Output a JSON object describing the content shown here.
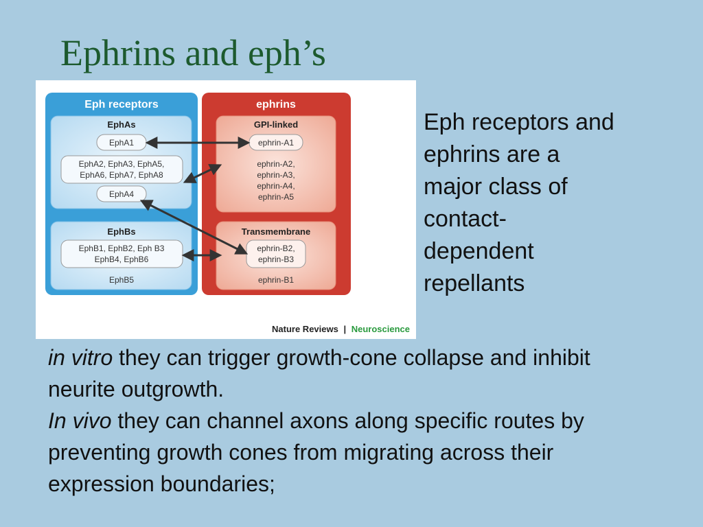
{
  "title": "Ephrins and eph’s",
  "diagram": {
    "left_panel_title": "Eph receptors",
    "right_panel_title": "ephrins",
    "epha_group_title": "EphAs",
    "epha1": "EphA1",
    "epha_group_line1": "EphA2, EphA3, EphA5,",
    "epha_group_line2": "EphA6, EphA7, EphA8",
    "epha4": "EphA4",
    "ephb_group_title": "EphBs",
    "ephb_group_line1": "EphB1, EphB2, Eph B3",
    "ephb_group_line2": "EphB4, EphB6",
    "ephb5": "EphB5",
    "gpi_title": "GPI-linked",
    "ephrin_a1": "ephrin-A1",
    "ephrin_a_line1": "ephrin-A2,",
    "ephrin_a_line2": "ephrin-A3,",
    "ephrin_a_line3": "ephrin-A4,",
    "ephrin_a_line4": "ephrin-A5",
    "transmembrane_title": "Transmembrane",
    "ephrin_b_line1": "ephrin-B2,",
    "ephrin_b_line2": "ephrin-B3",
    "ephrin_b1": "ephrin-B1",
    "credit_journal": "Nature Reviews",
    "credit_separator": "|",
    "credit_section": "Neuroscience",
    "colors": {
      "blue_panel": "#3a9fd8",
      "blue_box": "#c9e4f5",
      "red_panel": "#cc3b30",
      "red_box": "#f2b8a8",
      "accent_green": "#2a9a3e"
    }
  },
  "side_text": {
    "line1": "Eph receptors and",
    "line2": "ephrins are a",
    "line3": "major class of",
    "line4": "contact-",
    "line5": "dependent",
    "line6": "repellants"
  },
  "body": {
    "p1_italic": "in vitro",
    "p1_rest": " they can trigger growth-cone collapse and inhibit",
    "p1_line2": "neurite outgrowth.",
    "p2_italic": "In vivo",
    "p2_rest": " they can channel axons along specific routes by",
    "p2_line2": "preventing growth cones from migrating across their",
    "p2_line3": "expression boundaries;"
  }
}
